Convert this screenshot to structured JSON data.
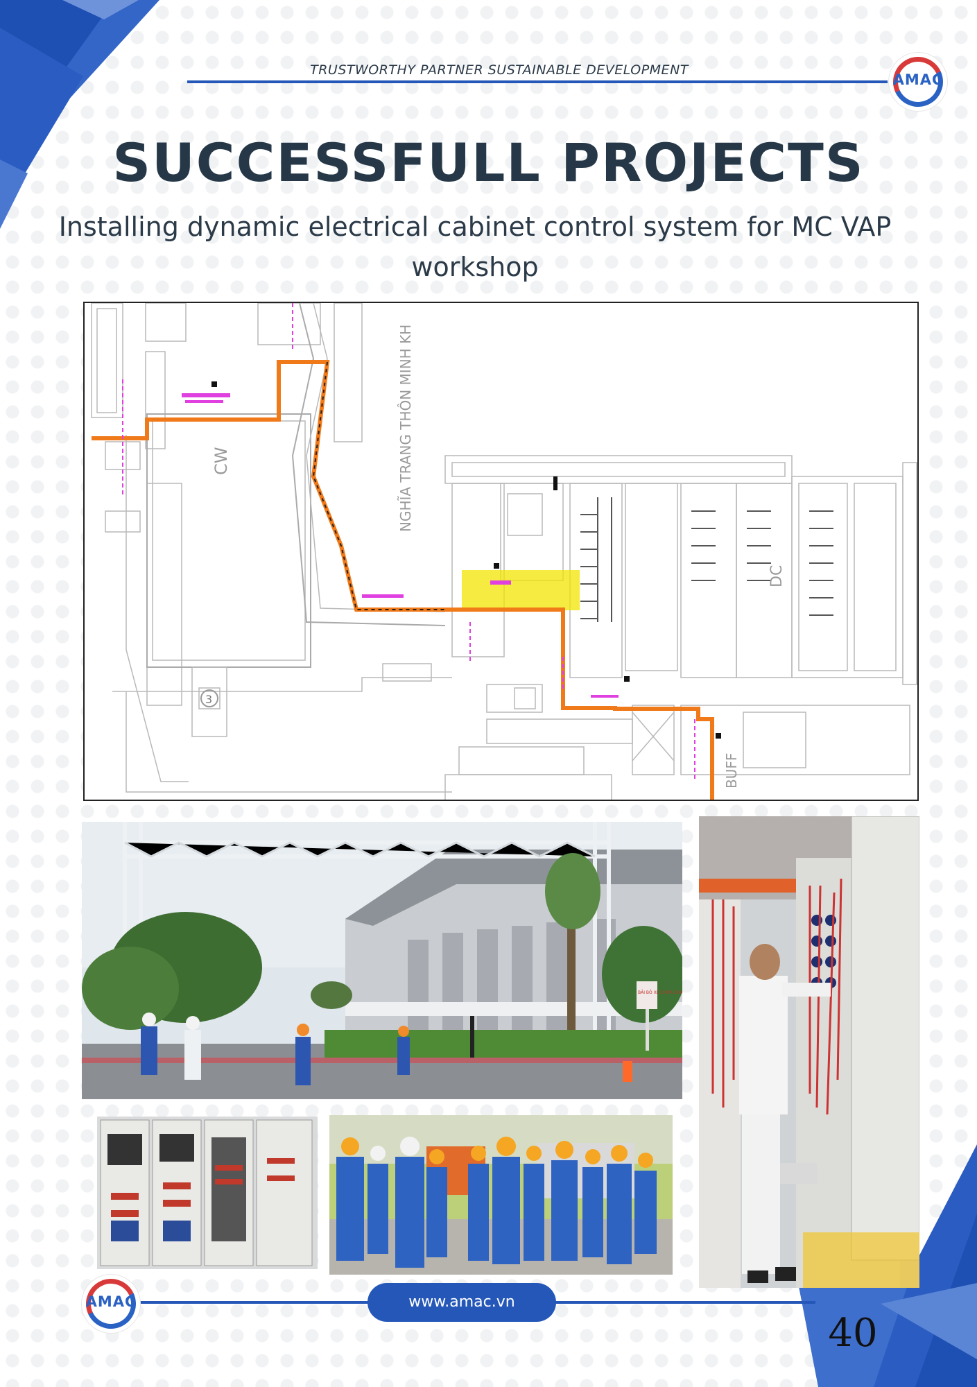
{
  "header": {
    "tagline": "TRUSTWORTHY PARTNER SUSTAINABLE DEVELOPMENT",
    "logo_text": "AMAC"
  },
  "title": "SUCCESSFULL PROJECTS",
  "subtitle": "Installing dynamic electrical cabinet control system for MC VAP workshop",
  "drawing": {
    "labels": {
      "cw": "CW",
      "road": "NGHĨA TRANG THÔN MINH KH",
      "dc": "DC",
      "buff": "BUFF",
      "circle_mark": "3"
    }
  },
  "photos": {
    "cabinet_sign": "BẢI BỎ XE CHỮA CHÁY"
  },
  "footer": {
    "url": "www.amac.vn",
    "logo_text": "AMAC",
    "page_number": "40"
  },
  "colors": {
    "brand_blue": "#2457b8",
    "brand_red": "#d83a3a",
    "title_dark": "#263847",
    "route_orange": "#f07a1a",
    "highlight_yellow": "#f3e400"
  }
}
